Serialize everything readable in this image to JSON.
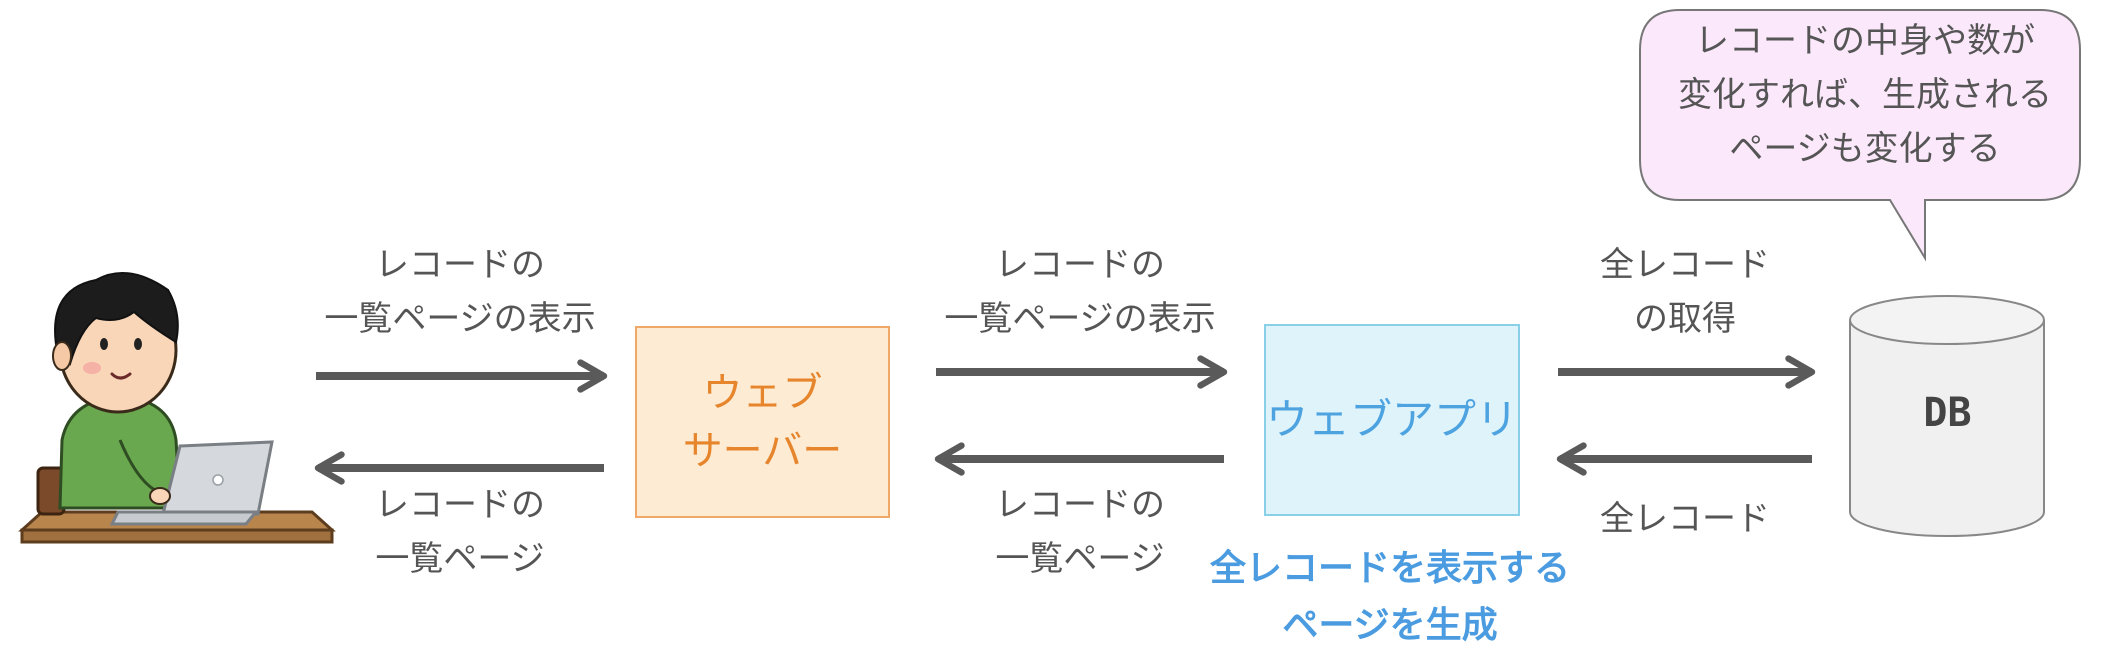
{
  "colors": {
    "arrow": "#5a5a5a",
    "text": "#555555",
    "server_fill": "#fdebd3",
    "server_text": "#e6852c",
    "webapp_fill": "#dff3fb",
    "webapp_text": "#4da3e0",
    "note_text": "#4a9be0",
    "db_fill": "#f0f0f0",
    "bubble_fill": "#fbe9fb"
  },
  "user": {
    "icon": "person-with-laptop-icon"
  },
  "edges": {
    "user_to_server": {
      "line1": "レコードの",
      "line2": "一覧ページの表示"
    },
    "server_to_user": {
      "line1": "レコードの",
      "line2": "一覧ページ"
    },
    "server_to_app": {
      "line1": "レコードの",
      "line2": "一覧ページの表示"
    },
    "app_to_server": {
      "line1": "レコードの",
      "line2": "一覧ページ"
    },
    "app_to_db": {
      "line1": "全レコード",
      "line2": "の取得"
    },
    "db_to_app": {
      "line1": "全レコード"
    }
  },
  "nodes": {
    "server": {
      "line1": "ウェブ",
      "line2": "サーバー"
    },
    "webapp": {
      "label": "ウェブアプリ",
      "note_line1": "全レコードを表示する",
      "note_line2": "ページを生成"
    },
    "db": {
      "label": "DB",
      "icon": "database-cylinder-icon"
    }
  },
  "bubble": {
    "line1": "レコードの中身や数が",
    "line2": "変化すれば、生成される",
    "line3": "ページも変化する"
  }
}
